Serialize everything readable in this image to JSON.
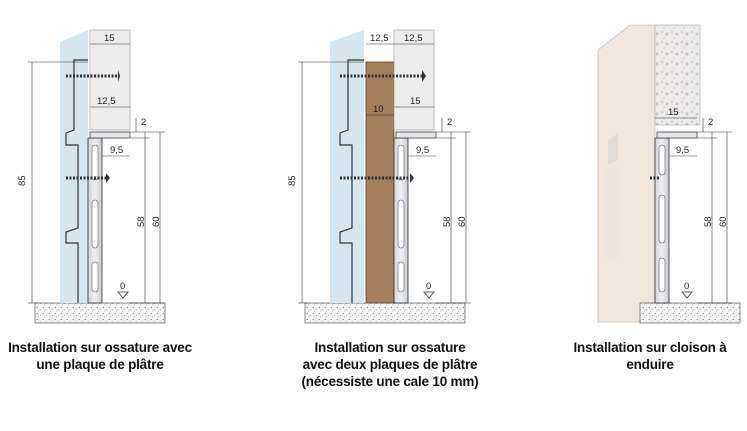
{
  "figures": [
    {
      "caption_lines": [
        "Installation sur ossature avec",
        "une plaque de plâtre"
      ],
      "dims": [
        "15",
        "12,5",
        "2",
        "9,5",
        "85",
        "58",
        "60",
        "0"
      ]
    },
    {
      "caption_lines": [
        "Installation sur ossature",
        "avec deux plaques de plâtre",
        "(nécessiste une cale 10 mm)"
      ],
      "dims": [
        "12,5",
        "12,5",
        "10",
        "15",
        "2",
        "9,5",
        "85",
        "58",
        "60",
        "0"
      ]
    },
    {
      "caption_lines": [
        "Installation sur cloison à",
        "enduire"
      ],
      "dims": [
        "15",
        "2",
        "9,5",
        "58",
        "60",
        "0"
      ]
    }
  ],
  "colors": {
    "wall_blue": "#d6e6ee",
    "plaster": "#f1e6de",
    "wood": "#a57e5c",
    "profile": "#e3e7ea",
    "board": "#ededed"
  }
}
